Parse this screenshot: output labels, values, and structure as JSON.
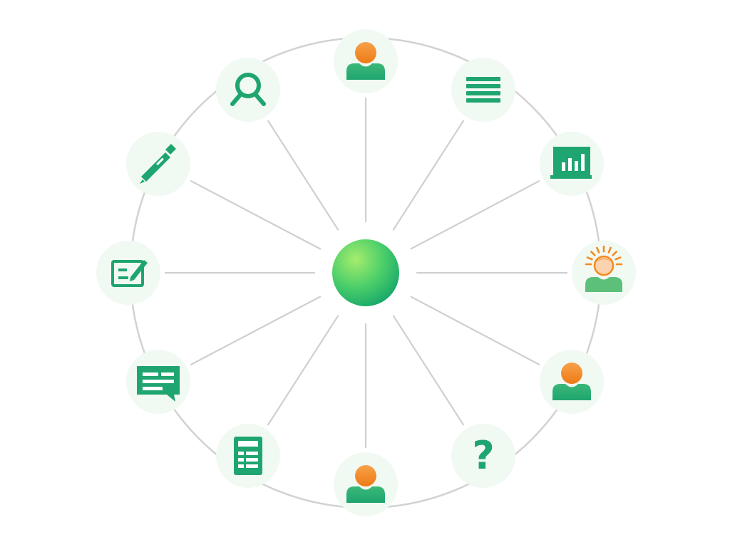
{
  "diagram": {
    "type": "hub-and-spoke",
    "hub": {
      "name": "center-hub",
      "shape": "sphere",
      "colors": [
        "#a6ec6c",
        "#4ccf6a",
        "#1aa86a"
      ]
    },
    "colors": {
      "primary_green": "#1fa56f",
      "light_green": "#5cc07a",
      "orange": "#f58a1f",
      "orange_light": "#f7a24a",
      "node_bg": "#f1f9f3",
      "ring": "#d2d2d2",
      "spoke": "#cfcfcf",
      "skin": "#fcd3b0"
    },
    "nodes": [
      {
        "name": "person-icon",
        "icon": "person-orange",
        "count_order": 1
      },
      {
        "name": "list-icon",
        "icon": "list-lines",
        "count_order": 2
      },
      {
        "name": "bar-chart-icon",
        "icon": "bar-chart",
        "count_order": 3
      },
      {
        "name": "idea-person-icon",
        "icon": "person-with-rays",
        "count_order": 4
      },
      {
        "name": "person-icon",
        "icon": "person-orange",
        "count_order": 5
      },
      {
        "name": "question-icon",
        "icon": "question-mark",
        "label": "?",
        "count_order": 6
      },
      {
        "name": "person-icon",
        "icon": "person-orange",
        "count_order": 7
      },
      {
        "name": "calculator-icon",
        "icon": "calculator",
        "count_order": 8
      },
      {
        "name": "chat-message-icon",
        "icon": "chat-bubble",
        "count_order": 9
      },
      {
        "name": "edit-form-icon",
        "icon": "form-with-pen",
        "count_order": 10
      },
      {
        "name": "pen-icon",
        "icon": "pen",
        "count_order": 11
      },
      {
        "name": "search-icon",
        "icon": "magnifier",
        "count_order": 12
      }
    ]
  }
}
